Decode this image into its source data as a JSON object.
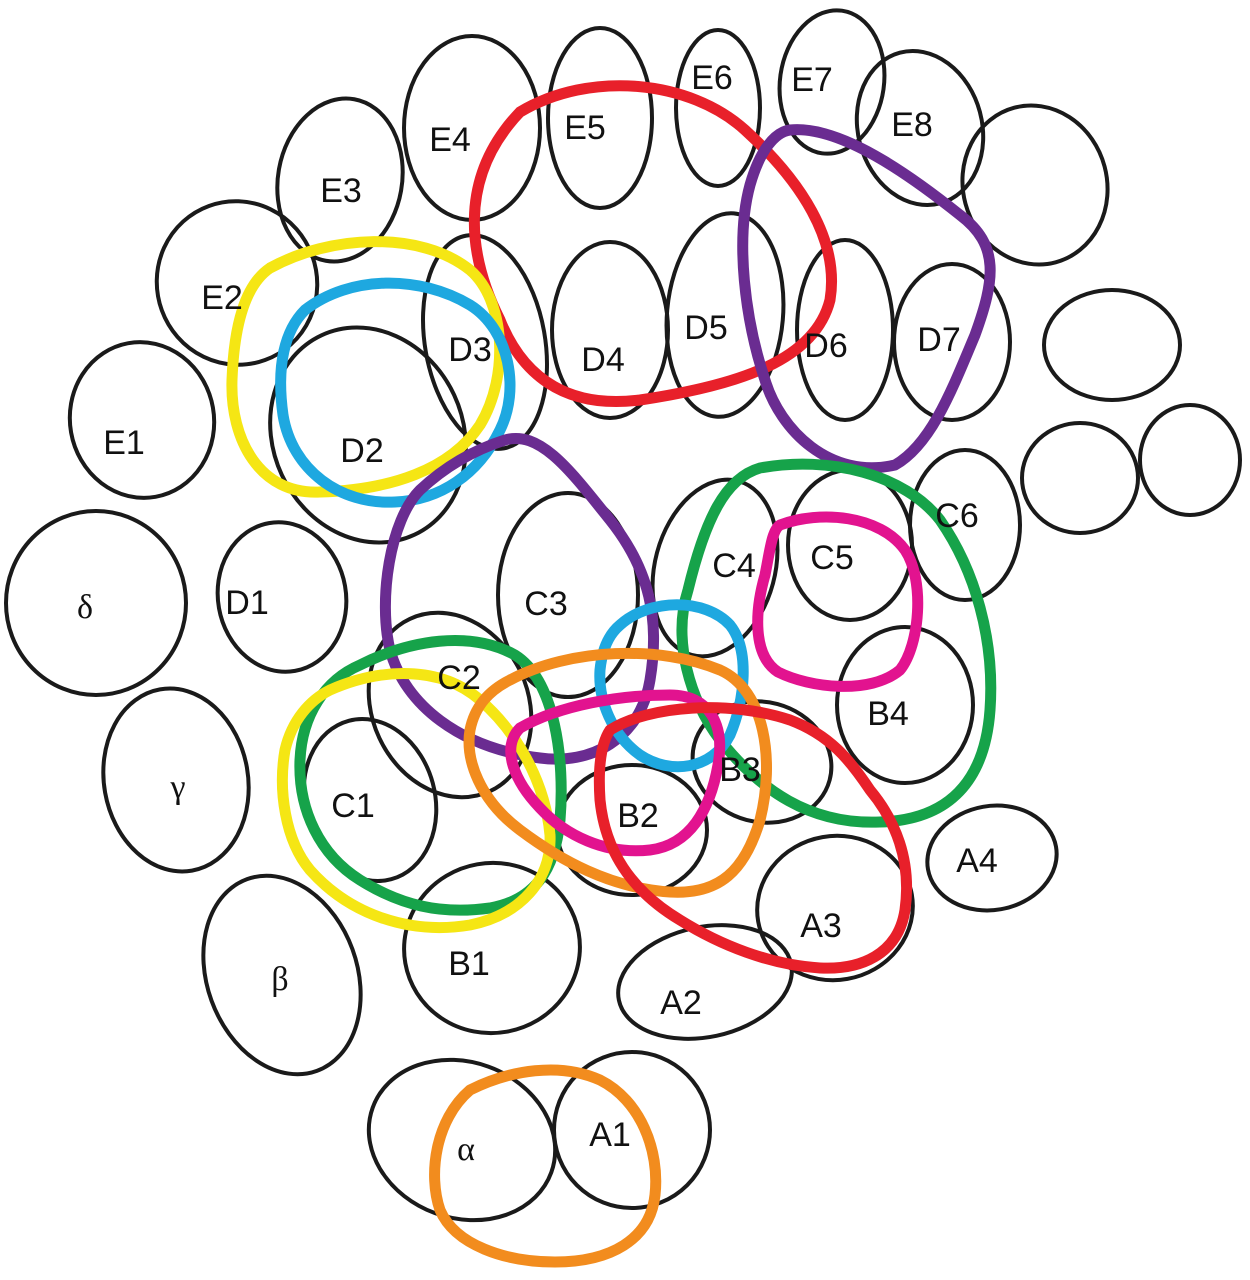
{
  "labels": {
    "E1": "E1",
    "E2": "E2",
    "E3": "E3",
    "E4": "E4",
    "E5": "E5",
    "E6": "E6",
    "E7": "E7",
    "E8": "E8",
    "D1": "D1",
    "D2": "D2",
    "D3": "D3",
    "D4": "D4",
    "D5": "D5",
    "D6": "D6",
    "D7": "D7",
    "C1": "C1",
    "C2": "C2",
    "C3": "C3",
    "C4": "C4",
    "C5": "C5",
    "C6": "C6",
    "B1": "B1",
    "B2": "B2",
    "B3": "B3",
    "B4": "B4",
    "A1": "A1",
    "A2": "A2",
    "A3": "A3",
    "A4": "A4",
    "alpha": "α",
    "beta": "β",
    "gamma": "γ",
    "delta": "δ"
  },
  "colors": {
    "outline": "#1a1a1a",
    "red": "#e8202a",
    "purple": "#6a2c91",
    "yellow": "#f5e614",
    "blue": "#1ea8e0",
    "green": "#16a34a",
    "pink": "#e2138f",
    "orange": "#f28c1e"
  }
}
